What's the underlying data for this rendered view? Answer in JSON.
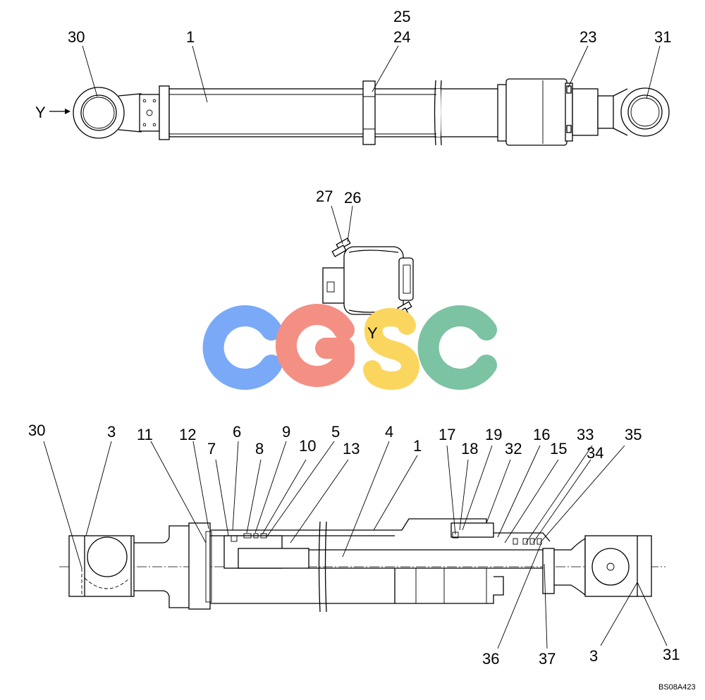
{
  "callouts": {
    "top_30": "30",
    "top_1": "1",
    "top_25": "25",
    "top_24": "24",
    "top_23": "23",
    "top_31": "31",
    "view_y": "Y",
    "mid_27": "27",
    "mid_26": "26",
    "mid_y": "Y",
    "bot_30": "30",
    "bot_3": "3",
    "bot_11": "11",
    "bot_12": "12",
    "bot_7": "7",
    "bot_6": "6",
    "bot_8": "8",
    "bot_9": "9",
    "bot_10": "10",
    "bot_5": "5",
    "bot_13": "13",
    "bot_4": "4",
    "bot_1": "1",
    "bot_17": "17",
    "bot_18": "18",
    "bot_19": "19",
    "bot_32": "32",
    "bot_16": "16",
    "bot_15": "15",
    "bot_33": "33",
    "bot_34": "34",
    "bot_35": "35",
    "bot_36": "36",
    "bot_37": "37",
    "bot_3b": "3",
    "bot_31": "31"
  },
  "watermark": {
    "text": "CGSC",
    "colors": [
      "#7aa9f7",
      "#f48f84",
      "#fbd65e",
      "#7cc3a3"
    ]
  },
  "drawing_code": "BS08A423"
}
